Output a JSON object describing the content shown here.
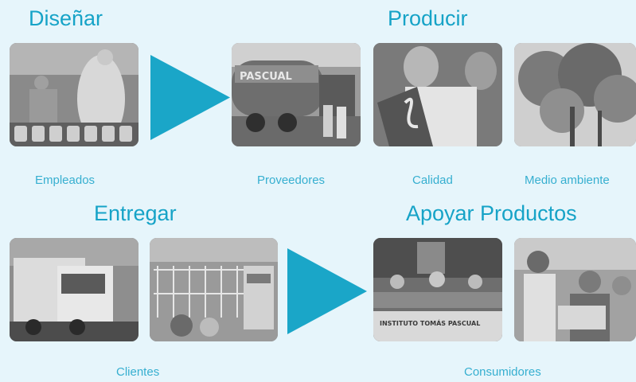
{
  "headings": {
    "disenar": "Diseñar",
    "producir": "Producir",
    "entregar": "Entregar",
    "apoyar": "Apoyar Productos"
  },
  "captions": {
    "empleados": "Empleados",
    "proveedores": "Proveedores",
    "calidad": "Calidad",
    "medio_ambiente": "Medio ambiente",
    "clientes": "Clientes",
    "consumidores": "Consumidores"
  },
  "photo_texts": {
    "truck_brand": "PASCUAL",
    "instituto": "INSTITUTO TOMÁS PASCUAL"
  },
  "colors": {
    "background": "#e6f5fb",
    "accent": "#16a3c7",
    "caption": "#36afd0",
    "arrow": "#1aa6c8"
  }
}
